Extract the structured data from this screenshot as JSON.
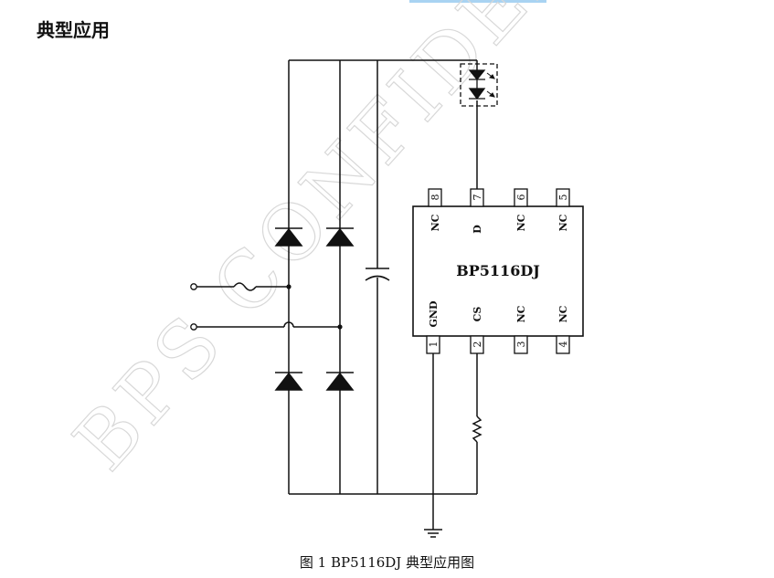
{
  "heading": "典型应用",
  "watermark": "BPS CONFIDENTIAL",
  "chip": {
    "name": "BP5116DJ",
    "top_pins": [
      {
        "num": "8",
        "label": "NC"
      },
      {
        "num": "7",
        "label": "D"
      },
      {
        "num": "6",
        "label": "NC"
      },
      {
        "num": "5",
        "label": "NC"
      }
    ],
    "bottom_pins": [
      {
        "num": "1",
        "label": "GND"
      },
      {
        "num": "2",
        "label": "CS"
      },
      {
        "num": "3",
        "label": "NC"
      },
      {
        "num": "4",
        "label": "NC"
      }
    ]
  },
  "caption": "图 1  BP5116DJ 典型应用图",
  "colors": {
    "line": "#111111",
    "watermark": "#d8d8d8",
    "accent_bar": "#a9d3f2"
  }
}
